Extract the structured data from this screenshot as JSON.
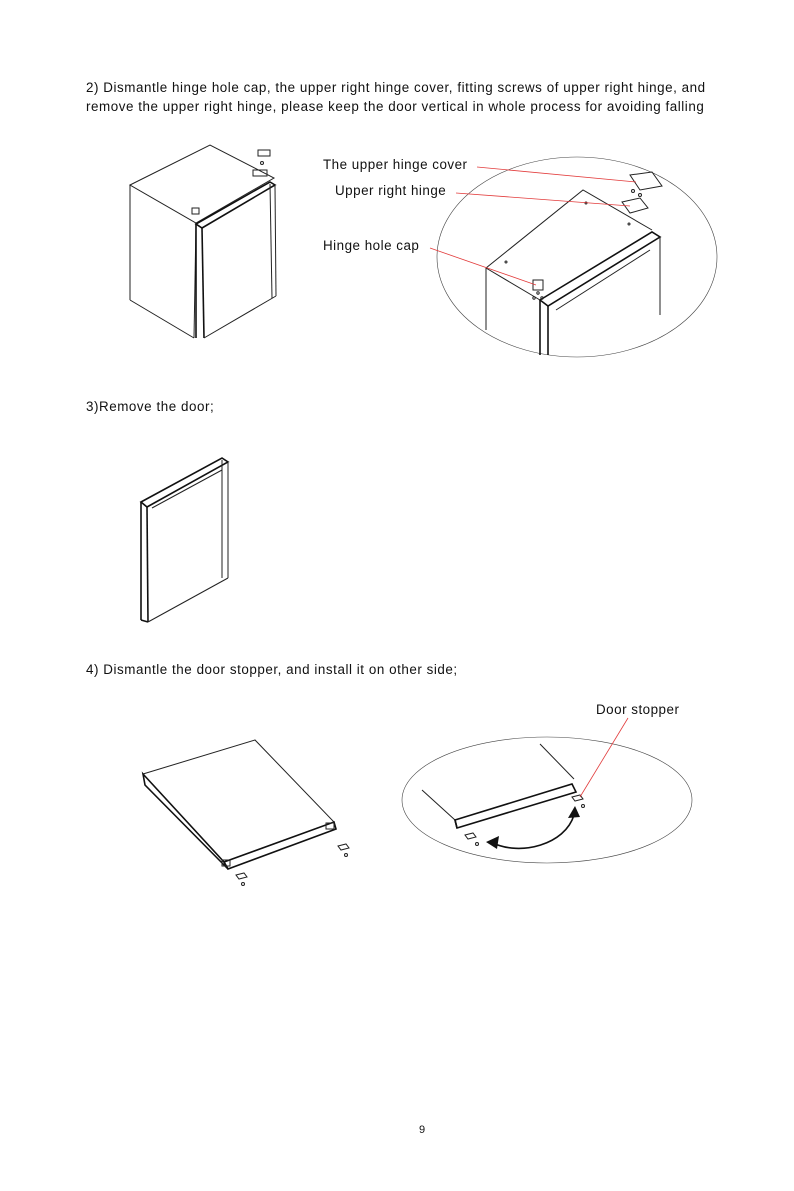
{
  "steps": {
    "step2": "2) Dismantle hinge hole cap, the upper right hinge cover, fitting screws of upper right hinge, and remove the upper right hinge, please keep the door vertical in whole process for avoiding falling",
    "step3": "3)Remove the door;",
    "step4": "4) Dismantle the door stopper, and install it on other side;"
  },
  "callouts": {
    "upper_hinge_cover": "The upper hinge cover",
    "upper_right_hinge": "Upper right hinge",
    "hinge_hole_cap": "Hinge hole cap",
    "door_stopper": "Door stopper"
  },
  "page_number": "9",
  "colors": {
    "leader_line": "#e23b3b",
    "line_art": "#222222"
  }
}
